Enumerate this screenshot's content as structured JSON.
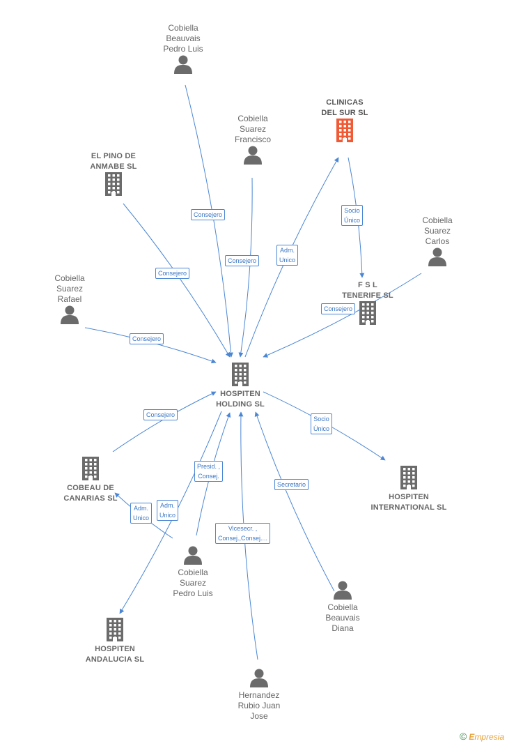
{
  "colors": {
    "edge": "#4a86d4",
    "node_gray": "#6b6b6b",
    "node_highlight": "#f05a35"
  },
  "nodes": [
    {
      "id": "hospiten_holding",
      "kind": "company",
      "label": "HOSPITEN\nHOLDING SL",
      "icon": "building-icon"
    },
    {
      "id": "clinicas_del_sur",
      "kind": "company",
      "highlight": true,
      "label": "CLINICAS\nDEL SUR SL",
      "icon": "building-icon"
    },
    {
      "id": "el_pino",
      "kind": "company",
      "label": "EL PINO DE\nANMABE SL",
      "icon": "building-icon"
    },
    {
      "id": "fsl_tenerife",
      "kind": "company",
      "label": "F S L\nTENERIFE SL",
      "icon": "building-icon"
    },
    {
      "id": "cobeau",
      "kind": "company",
      "label": "COBEAU DE\nCANARIAS SL",
      "icon": "building-icon"
    },
    {
      "id": "hospiten_international",
      "kind": "company",
      "label": "HOSPITEN\nINTERNATIONAL SL",
      "icon": "building-icon"
    },
    {
      "id": "hospiten_andalucia",
      "kind": "company",
      "label": "HOSPITEN\nANDALUCIA SL",
      "icon": "building-icon"
    },
    {
      "id": "beauvais_pedro",
      "kind": "person",
      "label": "Cobiella\nBeauvais\nPedro Luis",
      "icon": "person-icon"
    },
    {
      "id": "suarez_francisco",
      "kind": "person",
      "label": "Cobiella\nSuarez\nFrancisco",
      "icon": "person-icon"
    },
    {
      "id": "suarez_carlos",
      "kind": "person",
      "label": "Cobiella\nSuarez\nCarlos",
      "icon": "person-icon"
    },
    {
      "id": "suarez_rafael",
      "kind": "person",
      "label": "Cobiella\nSuarez\nRafael",
      "icon": "person-icon"
    },
    {
      "id": "suarez_pedro",
      "kind": "person",
      "label": "Cobiella\nSuarez\nPedro Luis",
      "icon": "person-icon"
    },
    {
      "id": "beauvais_diana",
      "kind": "person",
      "label": "Cobiella\nBeauvais\nDiana",
      "icon": "person-icon"
    },
    {
      "id": "hernandez",
      "kind": "person",
      "label": "Hernandez\nRubio Juan\nJose",
      "icon": "person-icon"
    }
  ],
  "edges": [
    {
      "id": "e1",
      "label": "Consejero"
    },
    {
      "id": "e2",
      "label": "Consejero"
    },
    {
      "id": "e3",
      "label": "Consejero"
    },
    {
      "id": "e4",
      "label": "Adm.\nUnico"
    },
    {
      "id": "e5",
      "label": "Socio\nÚnico"
    },
    {
      "id": "e6",
      "label": "Consejero"
    },
    {
      "id": "e7",
      "label": "Consejero"
    },
    {
      "id": "e8",
      "label": "Consejero"
    },
    {
      "id": "e9",
      "label": "Socio\nÚnico"
    },
    {
      "id": "e10",
      "label": "Presid. ,\nConsej."
    },
    {
      "id": "e11",
      "label": "Adm.\nUnico"
    },
    {
      "id": "e12",
      "label": "Adm.\nUnico"
    },
    {
      "id": "e13",
      "label": "Vicesecr. ,\nConsej.,Consej...."
    },
    {
      "id": "e14",
      "label": "Secretario"
    }
  ],
  "brand": {
    "symbol": "©",
    "name": "mpresia",
    "initial": "E"
  }
}
